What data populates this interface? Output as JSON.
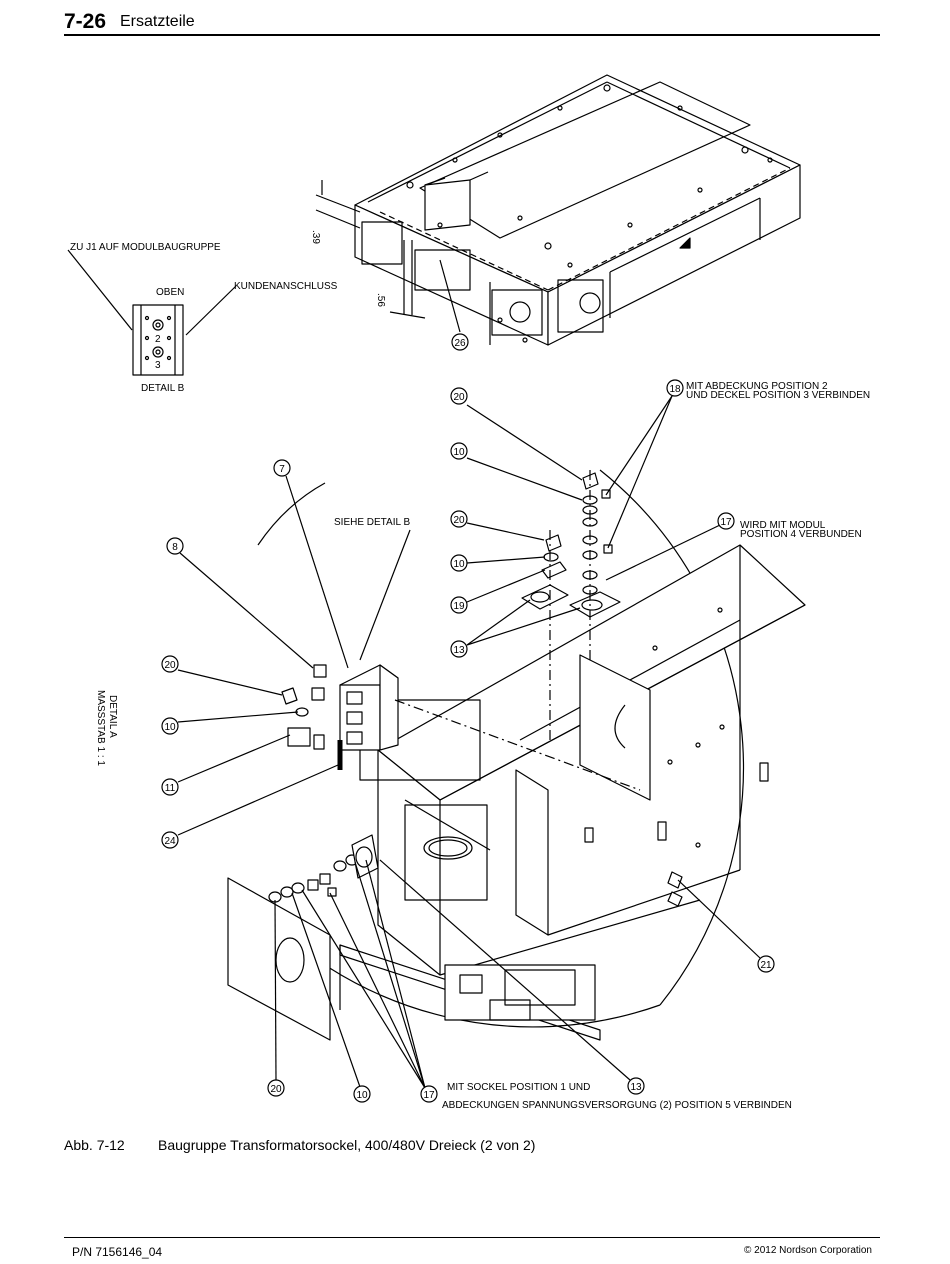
{
  "header": {
    "section": "7-26",
    "title": "Ersatzteile"
  },
  "figure": {
    "number": "Abb. 7-12",
    "title": "Baugruppe Transformatorsockel, 400/480V Dreieck (2 von 2)"
  },
  "footer": {
    "part_number": "P/N 7156146_04",
    "copyright": "© 2012 Nordson Corporation"
  },
  "drawing": {
    "dimensions": {
      "d1": ".39",
      "d2": ".56"
    },
    "notes": {
      "zu_j1": "ZU J1 AUF MODULBAUGRUPPE",
      "oben": "OBEN",
      "kundenanschluss": "KUNDENANSCHLUSS",
      "detail_b": "DETAIL B",
      "pin_2": "2",
      "pin_3": "3",
      "siehe_detail_b": "SIEHE DETAIL B",
      "detail_a_1": "DETAIL A",
      "detail_a_2": "MASSSTAB 1 : 1",
      "note18_1": "MIT ABDECKUNG POSITION 2",
      "note18_2": "UND DECKEL POSITION 3 VERBINDEN",
      "note17a_1": "WIRD MIT MODUL",
      "note17a_2": "POSITION 4 VERBUNDEN",
      "note17b_1": "MIT SOCKEL POSITION 1 UND",
      "note17b_2": "ABDECKUNGEN SPANNUNGSVERSORGUNG (2) POSITION 5 VERBINDEN"
    },
    "balloons": {
      "b26": "26",
      "b18": "18",
      "b20a": "20",
      "b10a": "10",
      "b7": "7",
      "b20b": "20",
      "b17a": "17",
      "b8": "8",
      "b10b": "10",
      "b19": "19",
      "b13a": "13",
      "b20c": "20",
      "b10c": "10",
      "b11": "11",
      "b24": "24",
      "b21": "21",
      "b20d": "20",
      "b10d": "10",
      "b17b": "17",
      "b13b": "13"
    }
  }
}
